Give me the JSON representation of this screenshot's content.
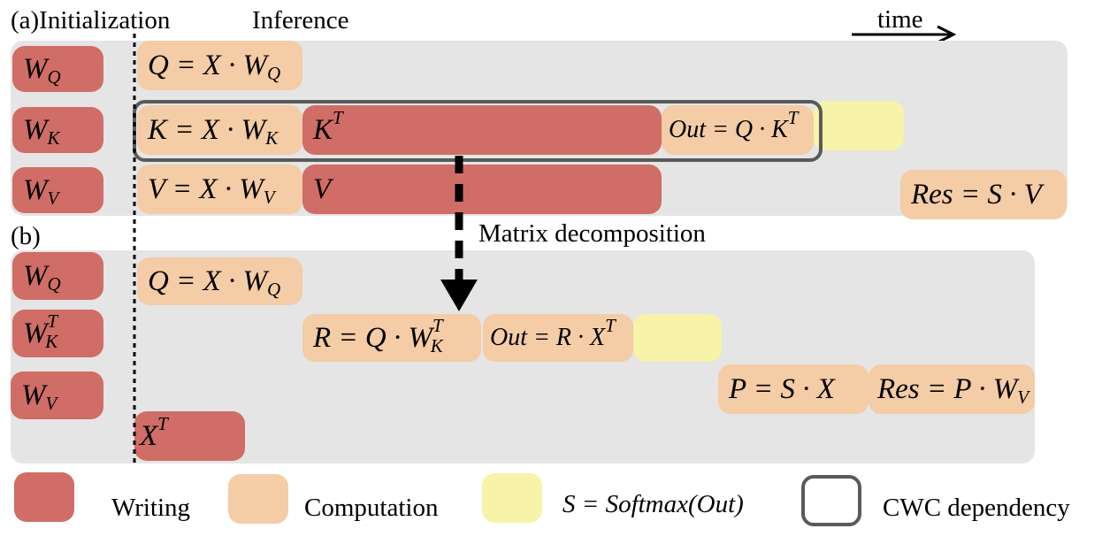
{
  "labels": {
    "a_init": "(a)Initialization",
    "inference": "Inference",
    "time": "time",
    "b": "(b)",
    "matrix_decomposition": "Matrix decomposition"
  },
  "weights": {
    "wq": {
      "base": "W",
      "sub": "Q"
    },
    "wk": {
      "base": "W",
      "sub": "K"
    },
    "wv": {
      "base": "W",
      "sub": "V"
    },
    "wkt": {
      "base": "W",
      "sup": "T",
      "sub": "K"
    }
  },
  "panel_a": {
    "q_eq": {
      "lhs": "Q = X · W",
      "sub": "Q"
    },
    "k_eq": {
      "lhs": "K = X · W",
      "sub": "K"
    },
    "v_eq": {
      "lhs": "V = X · W",
      "sub": "V"
    },
    "kt": {
      "base": "K",
      "sup": "T"
    },
    "v": "V",
    "out_eq": {
      "lhs": "Out = Q · K",
      "sup": "T"
    },
    "res_eq": "Res = S · V"
  },
  "panel_b": {
    "q_eq": {
      "lhs": "Q = X · W",
      "sub": "Q"
    },
    "r_eq": {
      "lhs": "R = Q · W",
      "sup": "T",
      "sub": "K"
    },
    "out_eq": {
      "lhs": "Out = R · X",
      "sup": "T"
    },
    "p_eq": "P = S · X",
    "res_eq": {
      "lhs": "Res = P · W",
      "sub": "V"
    },
    "xt": {
      "base": "X",
      "sup": "T"
    }
  },
  "legend": {
    "writing": "Writing",
    "computation": "Computation",
    "softmax": "S = Softmax(Out)",
    "cwc": "CWC dependency"
  },
  "colors": {
    "writing": "#cf6d66",
    "computation": "#f4cca6",
    "softmax": "#f7f3a8",
    "panel": "#e5e5e5",
    "cwc_border": "#5a5a5a"
  }
}
